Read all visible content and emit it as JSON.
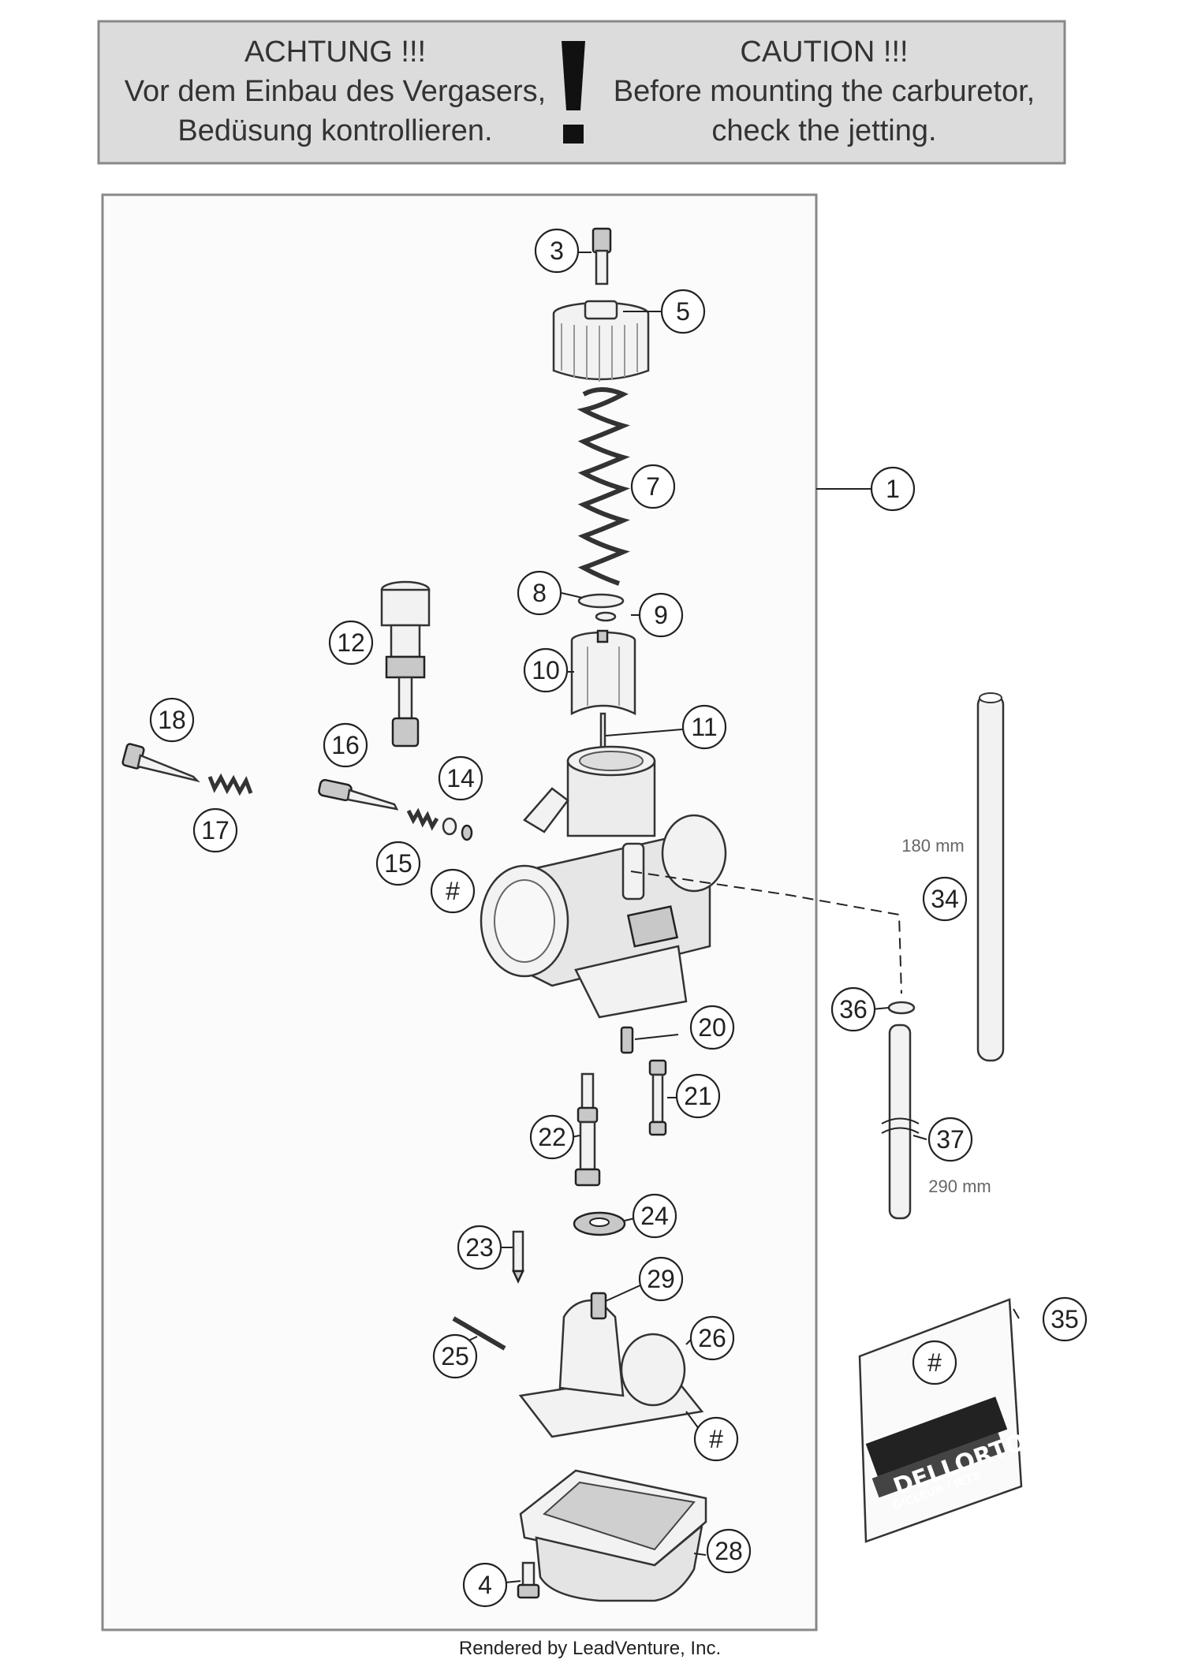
{
  "warning": {
    "german_title": "ACHTUNG !!!",
    "german_line1": "Vor dem Einbau des Vergasers,",
    "german_line2": "Bedüsung kontrollieren.",
    "english_title": "CAUTION !!!",
    "english_line1": "Before mounting the carburetor,",
    "english_line2": "check the jetting.",
    "mark": "!"
  },
  "callouts": {
    "c1": "1",
    "c3": "3",
    "c4": "4",
    "c5": "5",
    "c7": "7",
    "c8": "8",
    "c9": "9",
    "c10": "10",
    "c11": "11",
    "c12": "12",
    "c14": "14",
    "c15": "15",
    "c16": "16",
    "c17": "17",
    "c18": "18",
    "c20": "20",
    "c21": "21",
    "c22": "22",
    "c23": "23",
    "c24": "24",
    "c25": "25",
    "c26": "26",
    "c28": "28",
    "c29": "29",
    "c34": "34",
    "c35": "35",
    "c36": "36",
    "c37": "37",
    "hash1": "#",
    "hash2": "#",
    "hash3": "#"
  },
  "dimensions": {
    "hose_long": "180 mm",
    "hose_short": "290 mm"
  },
  "jet_kit": {
    "brand": "DELLORTO",
    "subtitle": "GICLEUR / JETS"
  },
  "footer": "Rendered by LeadVenture, Inc."
}
